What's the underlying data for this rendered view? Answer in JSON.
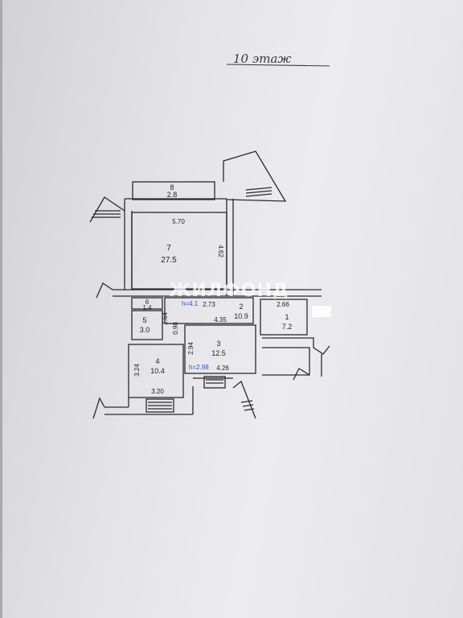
{
  "title": "10 этаж",
  "watermark": "ЖИЛФОНД",
  "colors": {
    "ink": "#2a2a2a",
    "paper": "#e8e8ea",
    "pen_blue": "#2a4fd0"
  },
  "rooms": [
    {
      "number": "8",
      "area": "2.8"
    },
    {
      "number": "7",
      "area": "27.5"
    },
    {
      "number": "6",
      "area": "1.4"
    },
    {
      "number": "5",
      "area": "3.0"
    },
    {
      "number": "4",
      "area": "10.4"
    },
    {
      "number": "3",
      "area": "12.5"
    },
    {
      "number": "2",
      "area": "10.9"
    },
    {
      "number": "1",
      "area": "7.2"
    }
  ],
  "dimensions": {
    "d_570": "5.70",
    "d_462": "4.62",
    "d_273": "2.73",
    "d_264": "2.64",
    "d_098": "0.98",
    "d_435": "4.35",
    "d_294": "2.94",
    "d_266": "2.66",
    "d_324": "3.24",
    "d_320": "3.20",
    "d_426": "4.26"
  },
  "annotations": {
    "height_a": "h=4.1",
    "height_b": "h=2.98"
  }
}
